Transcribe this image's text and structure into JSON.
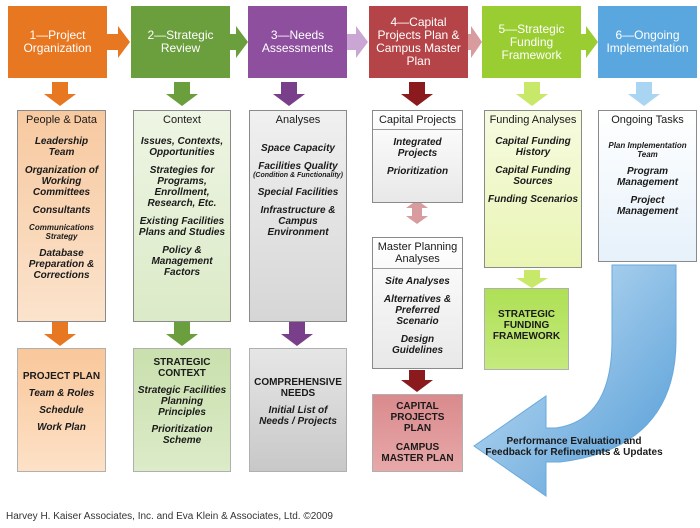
{
  "colors": {
    "c1": "#e87722",
    "c2": "#6b9e3c",
    "c3": "#8e4f9e",
    "c4": "#b54448",
    "c5": "#9acd32",
    "c6": "#5aa6de"
  },
  "columns": [
    {
      "header": "1—Project Organization",
      "middle_title": "People & Data",
      "middle_items": [
        "Leadership Team",
        "Organization of Working Committees",
        "Consultants",
        "Communications Strategy",
        "Database Preparation & Corrections"
      ],
      "bottom_title": "PROJECT PLAN",
      "bottom_items": [
        "Team & Roles",
        "Schedule",
        "Work Plan"
      ]
    },
    {
      "header": "2—Strategic Review",
      "middle_title": "Context",
      "middle_items": [
        "Issues, Contexts, Opportunities",
        "Strategies for Programs, Enrollment, Research, Etc.",
        "Existing Facilities Plans and Studies",
        "Policy & Management Factors"
      ],
      "bottom_title": "STRATEGIC CONTEXT",
      "bottom_items": [
        "Strategic Facilities Planning Principles",
        "Prioritization Scheme"
      ]
    },
    {
      "header": "3—Needs Assessments",
      "middle_title": "Analyses",
      "middle_items": [
        "Space Capacity",
        "Facilities Quality",
        "Special Facilities",
        "Infrastructure & Campus Environment"
      ],
      "middle_item_note": "(Condition & Functionality)",
      "bottom_title": "COMPREHENSIVE NEEDS",
      "bottom_items": [
        "Initial List of Needs / Projects"
      ]
    },
    {
      "header": "4—Capital Projects Plan & Campus Master Plan",
      "middle_title": "Capital Projects",
      "middle_items": [
        "Integrated Projects",
        "Prioritization"
      ],
      "second_title": "Master Planning Analyses",
      "second_items": [
        "Site Analyses",
        "Alternatives & Preferred Scenario",
        "Design Guidelines"
      ],
      "bottom_title": "CAPITAL PROJECTS PLAN",
      "bottom_title2": "CAMPUS MASTER PLAN"
    },
    {
      "header": "5—Strategic Funding Framework",
      "middle_title": "Funding Analyses",
      "middle_items": [
        "Capital Funding History",
        "Capital Funding Sources",
        "Funding Scenarios"
      ],
      "bottom_title": "STRATEGIC FUNDING FRAMEWORK"
    },
    {
      "header": "6—Ongoing Implementation",
      "middle_title": "Ongoing Tasks",
      "middle_items": [
        "Plan Implementation Team",
        "Program Management",
        "Project Management"
      ]
    }
  ],
  "feedback": "Performance Evaluation and Feedback for Refinements & Updates",
  "footer": "Harvey H. Kaiser Associates, Inc. and Eva Klein & Associates, Ltd. ©2009"
}
